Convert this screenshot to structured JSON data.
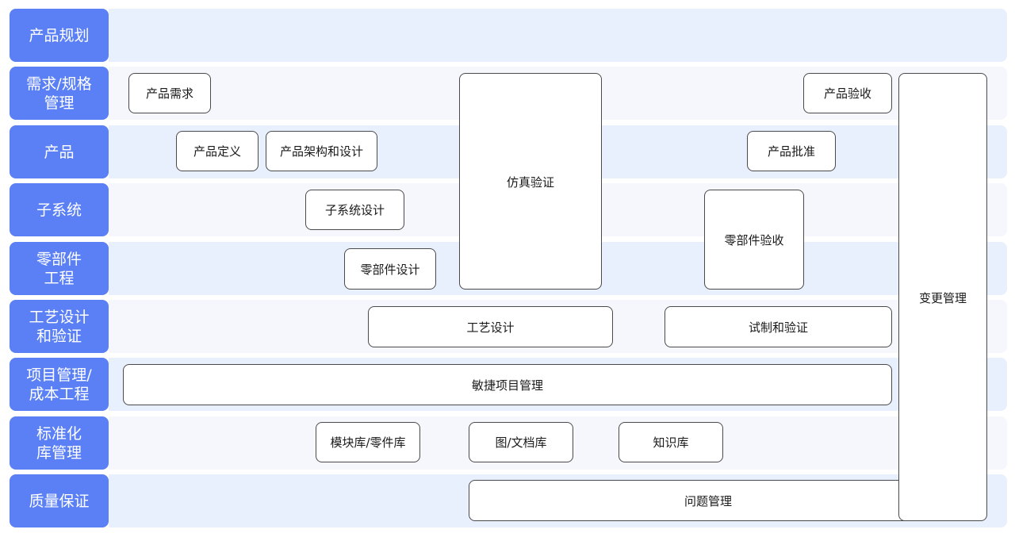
{
  "rows": [
    {
      "label": "产品规划"
    },
    {
      "label": "需求/规格\n管理"
    },
    {
      "label": "产品"
    },
    {
      "label": "子系统"
    },
    {
      "label": "零部件\n工程"
    },
    {
      "label": "工艺设计\n和验证"
    },
    {
      "label": "项目管理/\n成本工程"
    },
    {
      "label": "标准化\n库管理"
    },
    {
      "label": "质量保证"
    }
  ],
  "boxes": {
    "product_requirements": "产品需求",
    "simulation_verification": "仿真验证",
    "product_acceptance": "产品验收",
    "change_management": "变更管理",
    "product_definition": "产品定义",
    "product_architecture_design": "产品架构和设计",
    "product_approval": "产品批准",
    "subsystem_design": "子系统设计",
    "parts_acceptance": "零部件验收",
    "parts_design": "零部件设计",
    "process_design": "工艺设计",
    "trial_production_verification": "试制和验证",
    "agile_project_management": "敏捷项目管理",
    "module_parts_library": "模块库/零件库",
    "drawing_document_library": "图/文档库",
    "knowledge_library": "知识库",
    "issue_management": "问题管理"
  },
  "colors": {
    "row_label_bg": "#5b80f5",
    "band_dark": "#e8effd",
    "band_light": "#f5f7fd",
    "box_border": "#4a4a4a"
  }
}
